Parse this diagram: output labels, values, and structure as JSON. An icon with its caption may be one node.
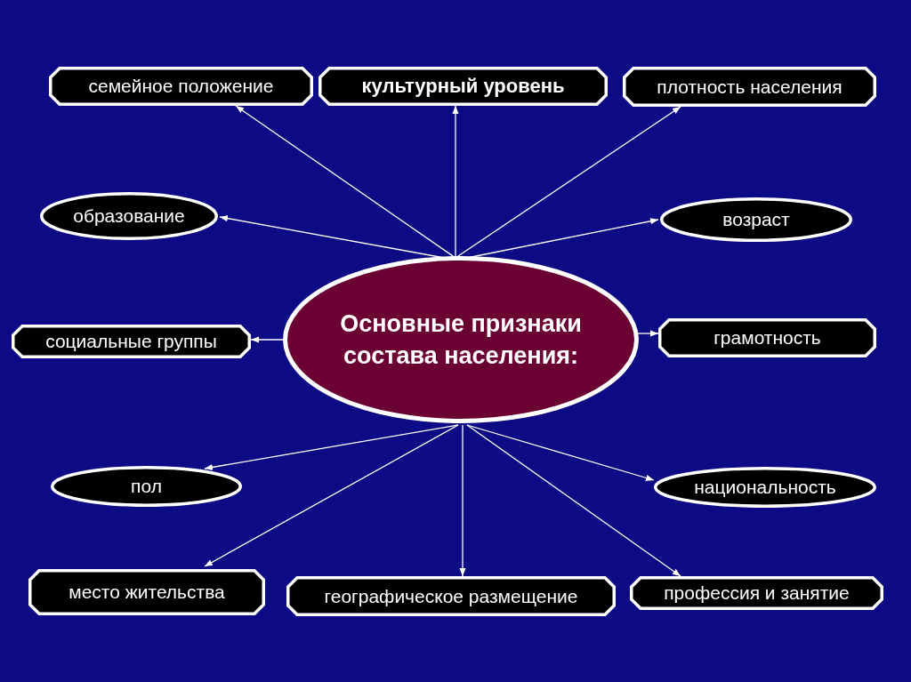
{
  "diagram": {
    "nodes": [
      {
        "text": [
          "Основные признаки состава населения:"
        ]
      },
      {
        "text": [
          "семейное положение"
        ]
      },
      {
        "text": [
          "культурный уровень"
        ]
      },
      {
        "text": [
          "плотность населения"
        ]
      },
      {
        "text": [
          "образование"
        ]
      },
      {
        "text": [
          "возраст"
        ]
      },
      {
        "text": [
          "социальные группы"
        ]
      },
      {
        "text": [
          "грамотность"
        ]
      },
      {
        "text": [
          "пол"
        ]
      },
      {
        "text": [
          "национальность"
        ]
      },
      {
        "text": [
          "место жительства"
        ]
      },
      {
        "text": [
          "географическое размещение"
        ]
      },
      {
        "text": [
          "профессия и занятие"
        ]
      }
    ],
    "edges": [
      {
        "from": 0,
        "to": 1,
        "arrow": "to"
      },
      {
        "from": 0,
        "to": 2,
        "arrow": "to"
      },
      {
        "from": 0,
        "to": 3,
        "arrow": "to"
      },
      {
        "from": 0,
        "to": 4,
        "arrow": "to"
      },
      {
        "from": 0,
        "to": 5,
        "arrow": "to"
      },
      {
        "from": 0,
        "to": 6,
        "arrow": "to"
      },
      {
        "from": 0,
        "to": 7,
        "arrow": "to"
      },
      {
        "from": 0,
        "to": 8,
        "arrow": "to"
      },
      {
        "from": 0,
        "to": 9,
        "arrow": "to"
      },
      {
        "from": 0,
        "to": 10,
        "arrow": "to"
      },
      {
        "from": 0,
        "to": 11,
        "arrow": "to"
      },
      {
        "from": 0,
        "to": 12,
        "arrow": "to"
      }
    ]
  }
}
